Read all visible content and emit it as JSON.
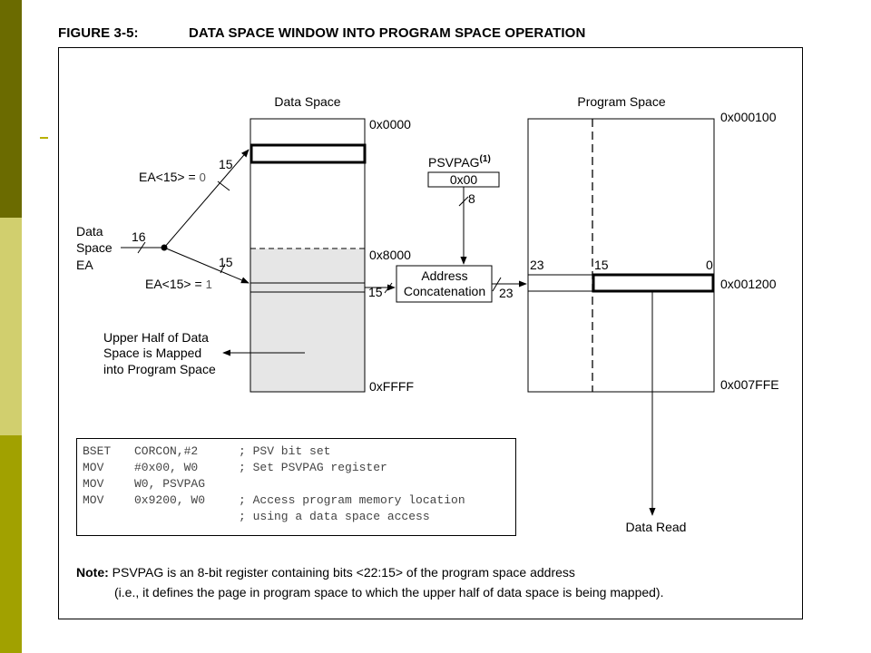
{
  "colors": {
    "strip_top": "#6b6b00",
    "strip_mid": "#d1cf6e",
    "strip_bottom": "#a1a100",
    "dash_mark": "#b9b100",
    "shaded_region": "#e6e6e6"
  },
  "figure": {
    "number": "FIGURE 3-5:",
    "title": "DATA SPACE WINDOW INTO PROGRAM SPACE OPERATION"
  },
  "diagram": {
    "data_space": {
      "label": "Data Space",
      "addr_top": "0x0000",
      "addr_mid": "0x8000",
      "addr_bottom": "0xFFFF"
    },
    "program_space": {
      "label": "Program Space",
      "addr_top": "0x000100",
      "addr_mid": "0x001200",
      "addr_bottom": "0x007FFE",
      "bit_23": "23",
      "bit_15": "15",
      "bit_0": "0"
    },
    "psvpag": {
      "label": "PSVPAG",
      "superscript": "(1)",
      "value": "0x00",
      "width": "8"
    },
    "concat": {
      "line1": "Address",
      "line2": "Concatenation",
      "in_width": "15",
      "out_width": "23"
    },
    "ea_input": {
      "line1": "Data",
      "line2": "Space",
      "line3": "EA",
      "width": "16"
    },
    "branch_upper": {
      "label": "EA<15> = ",
      "value": "0",
      "width": "15"
    },
    "branch_lower": {
      "label": "EA<15> = ",
      "value": "1",
      "width": "15"
    },
    "upper_half_note": {
      "line1": "Upper Half of Data",
      "line2": "Space is Mapped",
      "line3": "into Program Space"
    },
    "data_read": "Data Read"
  },
  "code": [
    {
      "op": "BSET",
      "args": "CORCON,#2",
      "comment": "; PSV bit set"
    },
    {
      "op": "MOV",
      "args": "#0x00, W0",
      "comment": "; Set PSVPAG register"
    },
    {
      "op": "MOV",
      "args": "W0, PSVPAG",
      "comment": ""
    },
    {
      "op": "MOV",
      "args": "0x9200, W0",
      "comment": "; Access program memory location"
    },
    {
      "op": "",
      "args": "",
      "comment": "; using a data space access"
    }
  ],
  "note": {
    "prefix": "Note:",
    "line1": " PSVPAG is an 8-bit register containing bits <22:15> of the program space address",
    "line2": "(i.e., it defines the page in program space to which the upper half of data space is being mapped)."
  }
}
